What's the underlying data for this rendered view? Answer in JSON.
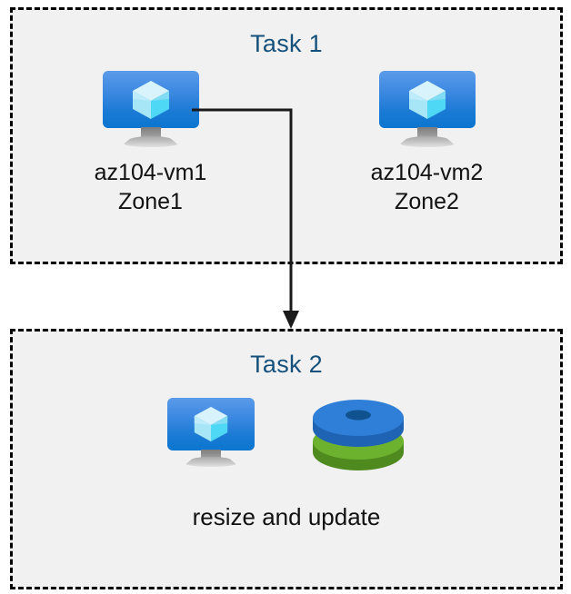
{
  "diagram": {
    "title": "Azure VM tasks diagram",
    "background_color": "#ffffff",
    "box_fill_color": "#f1f1f1",
    "box_border_color": "#000000",
    "title_color": "#15517c",
    "label_color": "#111111",
    "connector_color": "#1a1a1a"
  },
  "task1": {
    "title": "Task 1",
    "nodes": [
      {
        "icon": "virtual-machine-icon",
        "name": "az104-vm1",
        "zone": "Zone1",
        "label": "az104-vm1\nZone1"
      },
      {
        "icon": "virtual-machine-icon",
        "name": "az104-vm2",
        "zone": "Zone2",
        "label": "az104-vm2\nZone2"
      }
    ]
  },
  "task2": {
    "title": "Task 2",
    "caption": "resize and update",
    "icons": [
      {
        "icon": "virtual-machine-icon",
        "name": "virtual machine"
      },
      {
        "icon": "managed-disks-icon",
        "name": "managed disks"
      }
    ]
  },
  "connector": {
    "from": "az104-vm1",
    "to": "Task 2",
    "style": "elbow-arrow",
    "arrowhead": "down"
  },
  "colors": {
    "vm_screen_top": "#5b9bea",
    "vm_screen_bottom": "#0b76d0",
    "cube_light": "#d6f2fb",
    "cube_mid": "#9fe4f7",
    "cube_bright": "#4fd8f5",
    "disk_blue": "#2f7fd8",
    "disk_blue_dark": "#1f63b4",
    "disk_blue_hole": "#10528f",
    "disk_green": "#6cb22e",
    "disk_green_dark": "#4f8a1f",
    "disk_green_hole": "#4a861c"
  }
}
